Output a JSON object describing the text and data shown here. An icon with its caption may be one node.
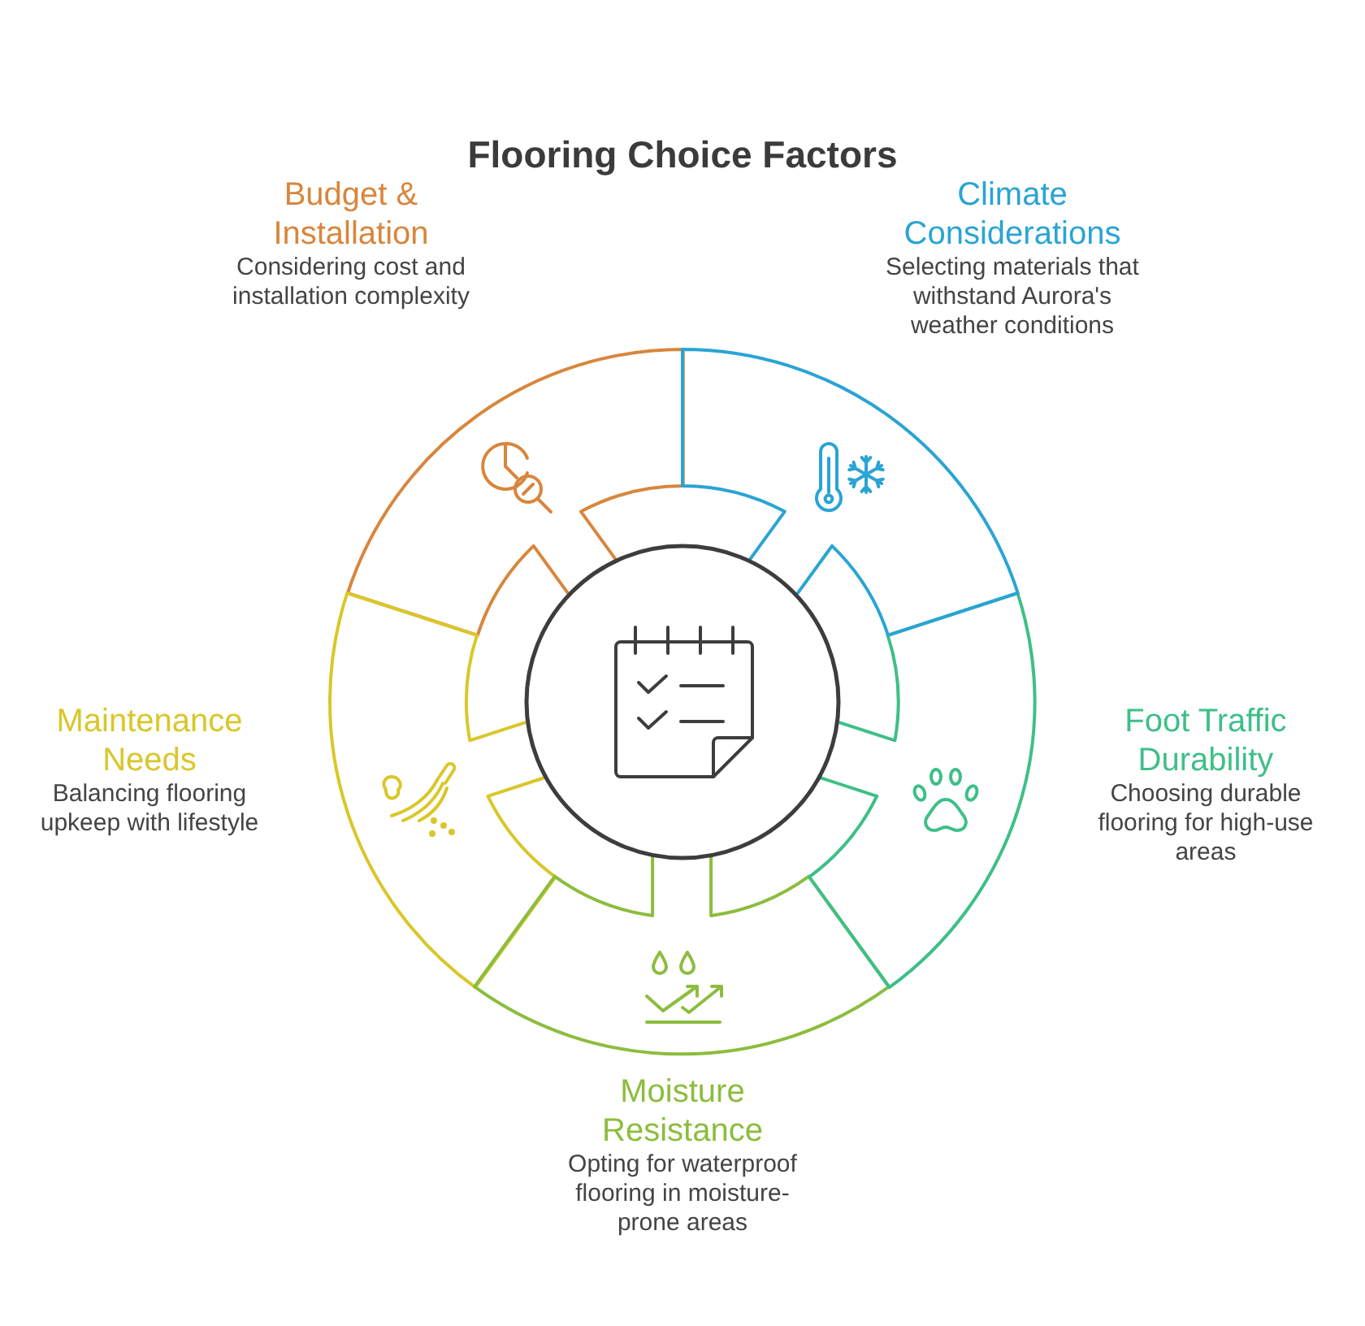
{
  "diagram": {
    "title": "Flooring Choice Factors",
    "nodes": [
      {
        "text": [
          "Budget & Installation",
          "Considering cost and installation complexity"
        ]
      },
      {
        "text": [
          "Climate Considerations",
          "Selecting materials that withstand Aurora's weather conditions"
        ]
      },
      {
        "text": [
          "Maintenance Needs",
          "Balancing flooring upkeep with lifestyle"
        ]
      },
      {
        "text": [],
        "shape": "circle"
      },
      {
        "text": [
          "Foot Traffic Durability",
          "Choosing durable flooring for high-use areas"
        ]
      },
      {
        "text": [
          "Moisture Resistance",
          "Opting for waterproof flooring in moisture-prone areas"
        ]
      }
    ]
  }
}
